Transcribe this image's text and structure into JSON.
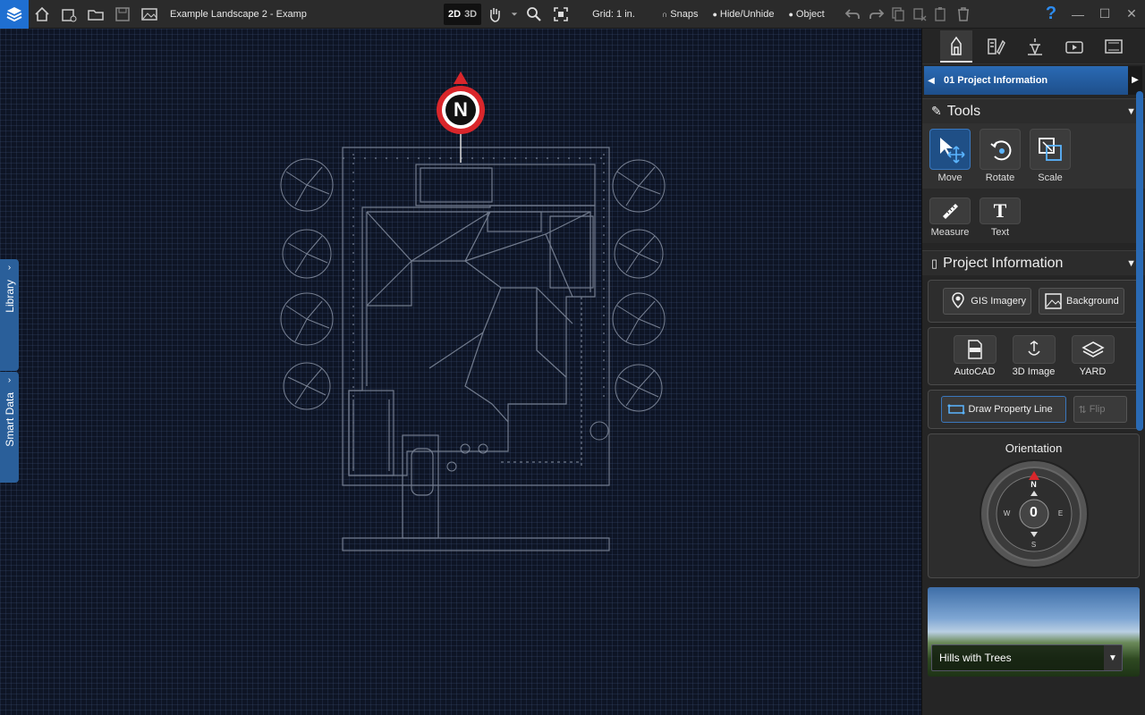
{
  "toolbar": {
    "doc_title": "Example Landscape 2 - Examp",
    "view_2d": "2D",
    "view_3d": "3D",
    "grid_label": "Grid: 1 in.",
    "snaps_label": "Snaps",
    "hide_unhide_label": "Hide/Unhide",
    "object_label": "Object",
    "help": "?"
  },
  "side_tabs": {
    "library": "Library",
    "smart_data": "Smart Data"
  },
  "canvas": {
    "north_label": "N"
  },
  "panel": {
    "nav_title": "01 Project Information",
    "tools_header": "Tools",
    "tools": [
      {
        "label": "Move"
      },
      {
        "label": "Rotate"
      },
      {
        "label": "Scale"
      },
      {
        "label": "Measure"
      },
      {
        "label": "Text"
      }
    ],
    "project_header": "Project Information",
    "gis_label": "GIS Imagery",
    "background_label": "Background",
    "imports": [
      {
        "label": "AutoCAD"
      },
      {
        "label": "3D Image"
      },
      {
        "label": "YARD"
      }
    ],
    "draw_property_label": "Draw Property Line",
    "flip_label": "Flip",
    "orientation_title": "Orientation",
    "compass_value": "0",
    "compass_n": "N",
    "compass_s": "S",
    "compass_e": "E",
    "compass_w": "W",
    "bg_selection": "Hills with Trees"
  },
  "colors": {
    "accent": "#2a6ab4",
    "north_red": "#d9262b"
  }
}
